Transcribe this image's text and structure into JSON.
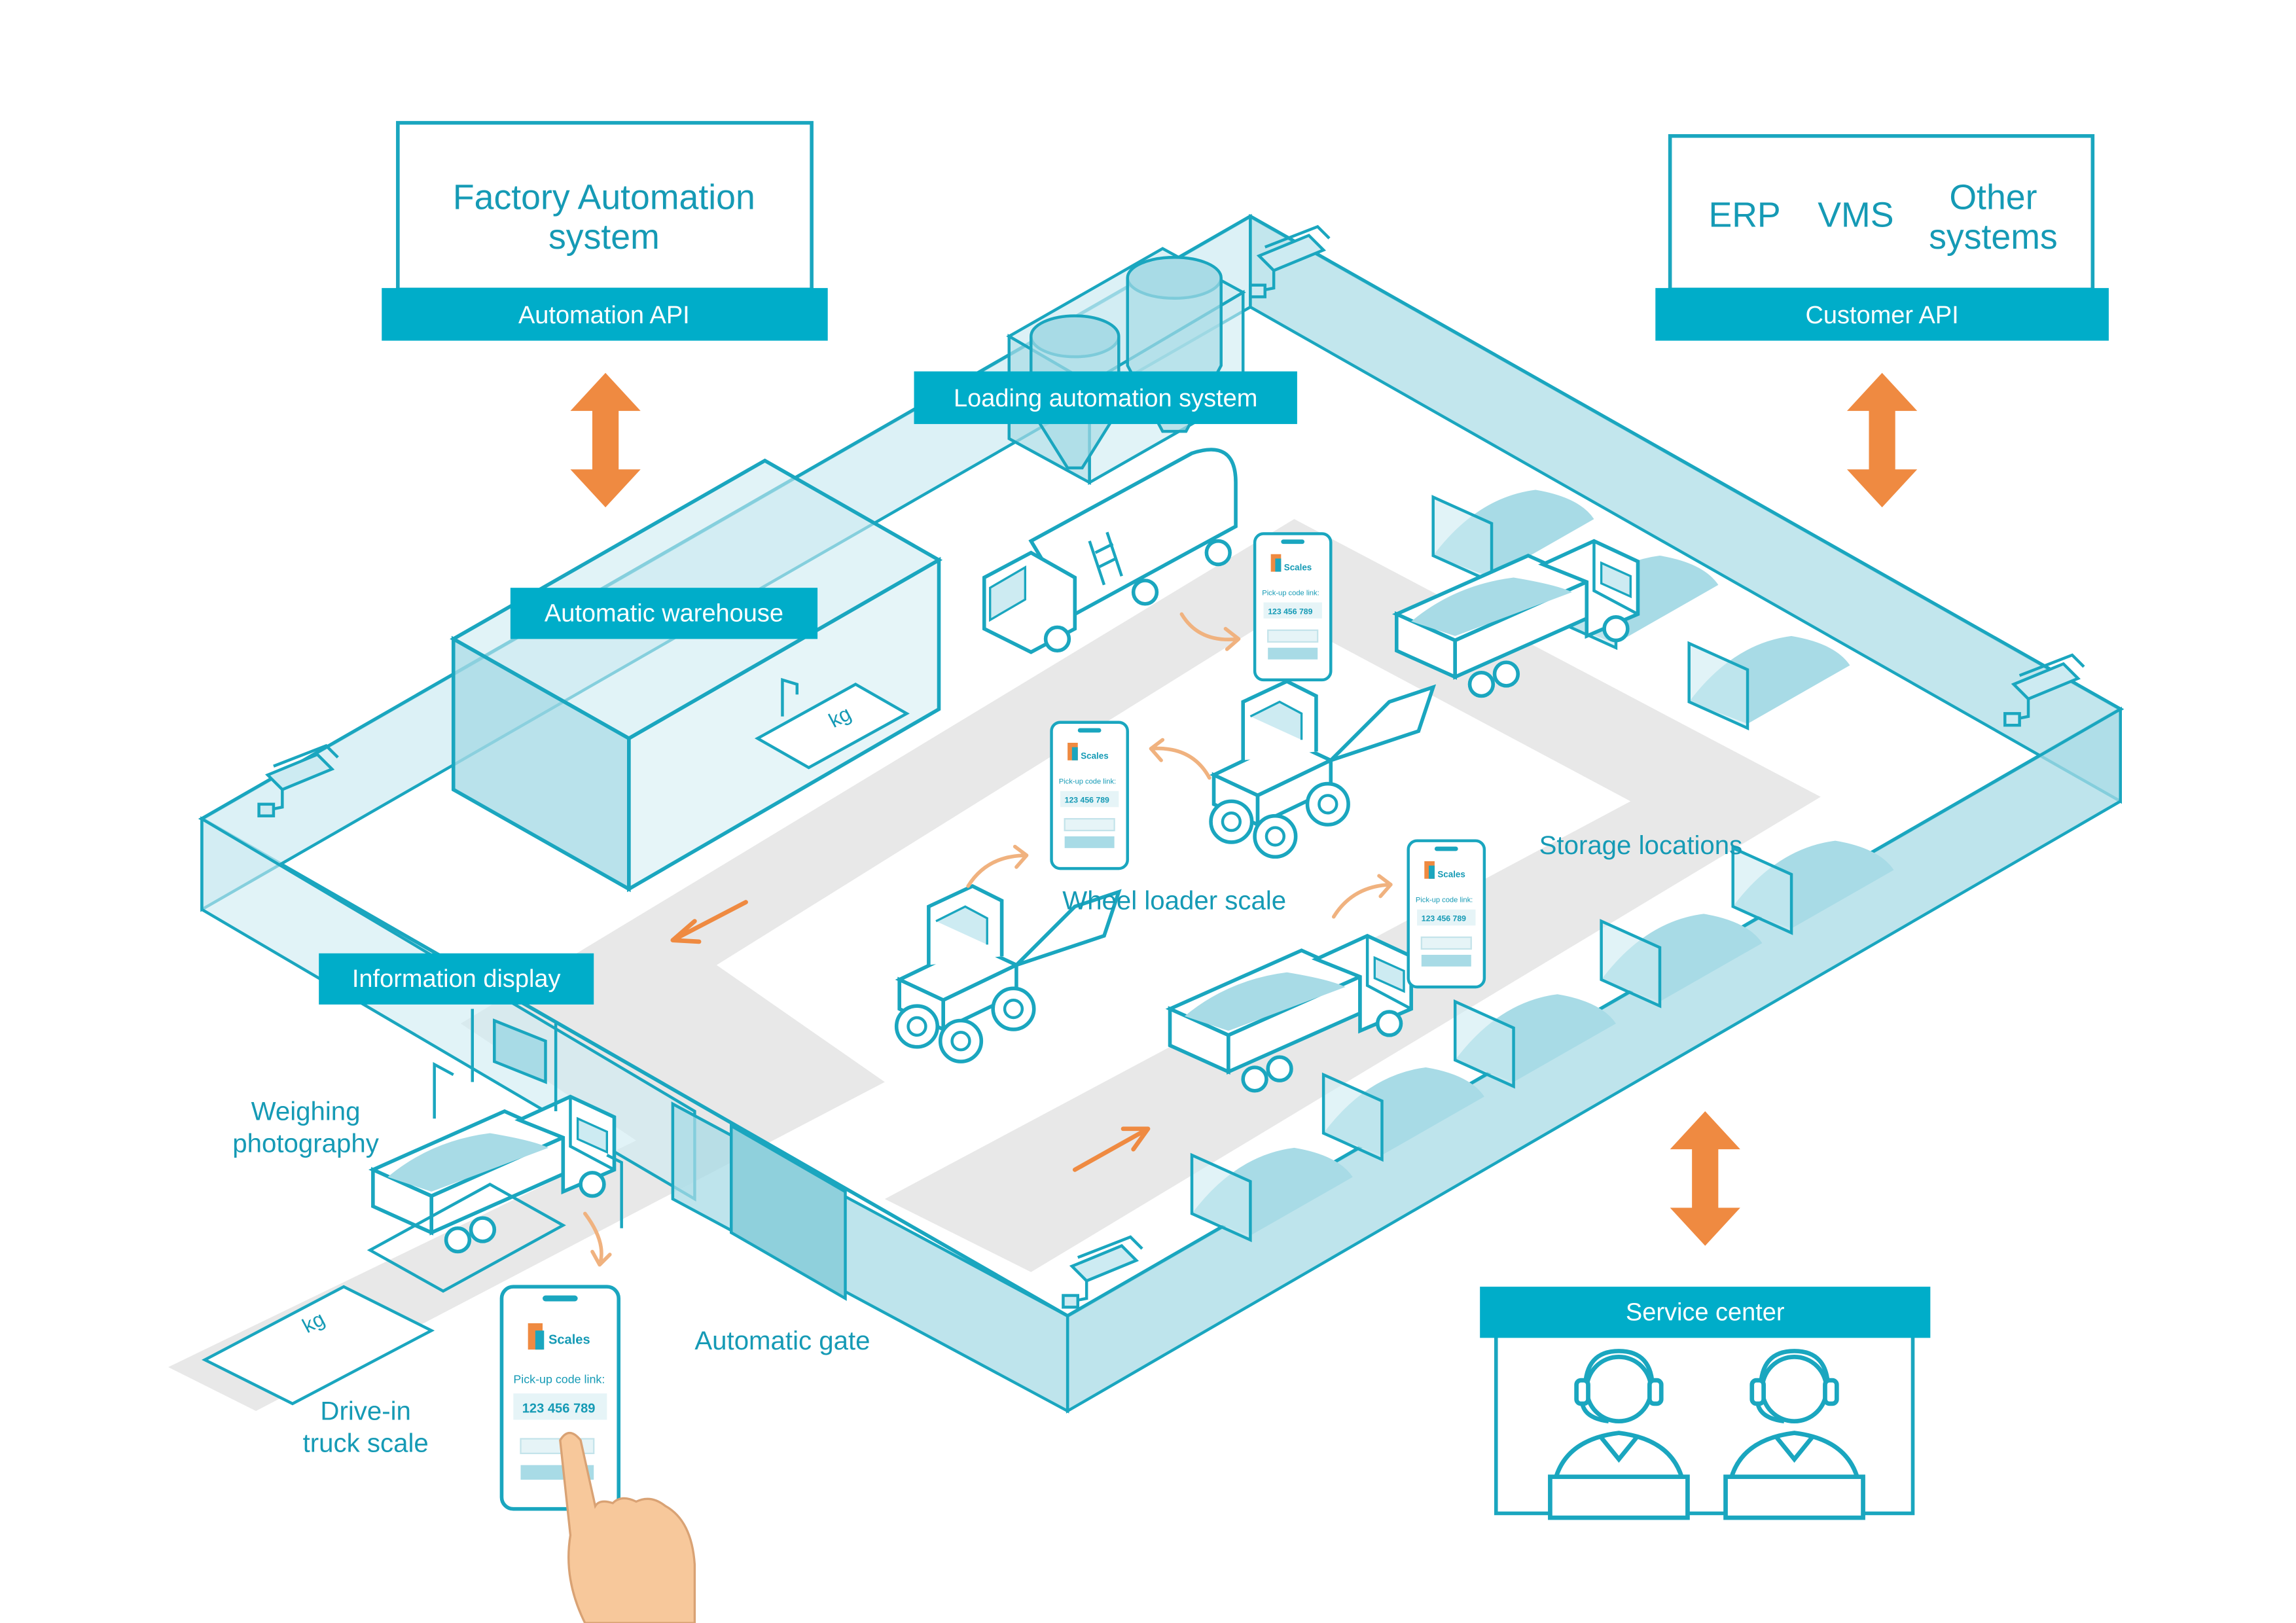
{
  "colors": {
    "teal": "#00adc9",
    "teal_dark": "#1aa6bf",
    "glass": "#a8dbe6",
    "glass_light": "#cdebf2",
    "road": "#e8e8e8",
    "orange": "#ef8a41",
    "orange_light": "#f0b27f",
    "skin": "#f7c89b"
  },
  "top_left_box": {
    "title_line1": "Factory Automation",
    "title_line2": "system",
    "api_label": "Automation API"
  },
  "top_right_box": {
    "items": [
      "ERP",
      "VMS"
    ],
    "other_line1": "Other",
    "other_line2": "systems",
    "api_label": "Customer API"
  },
  "labels": {
    "loading_automation": "Loading automation system",
    "automatic_warehouse": "Automatic warehouse",
    "information_display": "Information display",
    "wheel_loader_scale": "Wheel loader scale",
    "storage_locations": "Storage locations",
    "weighing_photography_line1": "Weighing",
    "weighing_photography_line2": "photography",
    "drive_in_line1": "Drive-in",
    "drive_in_line2": "truck scale",
    "automatic_gate": "Automatic gate",
    "service_center": "Service center",
    "kg": "kg"
  },
  "phone": {
    "brand": "Scales",
    "pickup_label": "Pick-up code link:",
    "code": "123 456 789"
  },
  "icons": [
    "security-camera-icon",
    "phone-app-icon",
    "truck-icon",
    "wheel-loader-icon",
    "tanker-truck-icon",
    "silo-icon",
    "operator-headset-icon",
    "hand-pointer-icon",
    "double-arrow-icon",
    "flow-arrow-icon"
  ]
}
